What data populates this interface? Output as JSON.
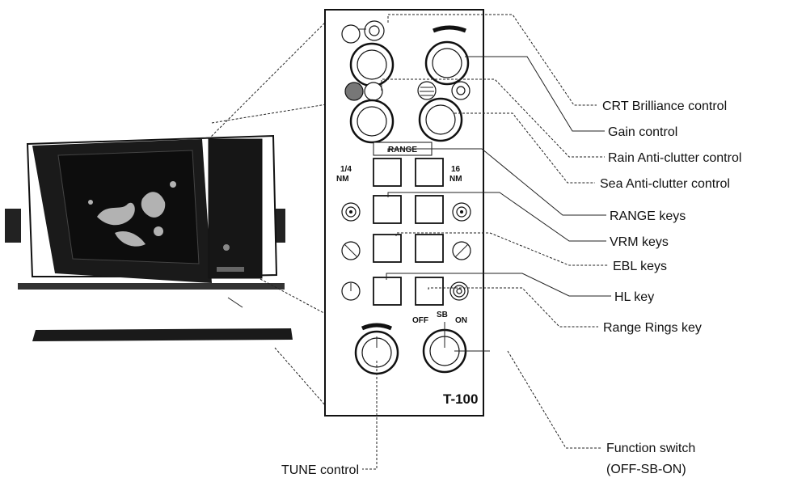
{
  "figure": {
    "model_label": "T-100",
    "range_header": "RANGE",
    "range_min_label": "1/4",
    "range_min_unit": "NM",
    "range_max_label": "16",
    "range_max_unit": "NM",
    "switch_off": "OFF",
    "switch_sb": "SB",
    "switch_on": "ON"
  },
  "callouts": [
    "CRT Brilliance control",
    "Gain control",
    "Rain Anti-clutter control",
    "Sea Anti-clutter control",
    "RANGE keys",
    "VRM keys",
    "EBL keys",
    "HL key",
    "Range Rings key"
  ],
  "bottom_callouts": {
    "tune": "TUNE control",
    "function_line1": "Function switch",
    "function_line2": "(OFF-SB-ON)"
  }
}
